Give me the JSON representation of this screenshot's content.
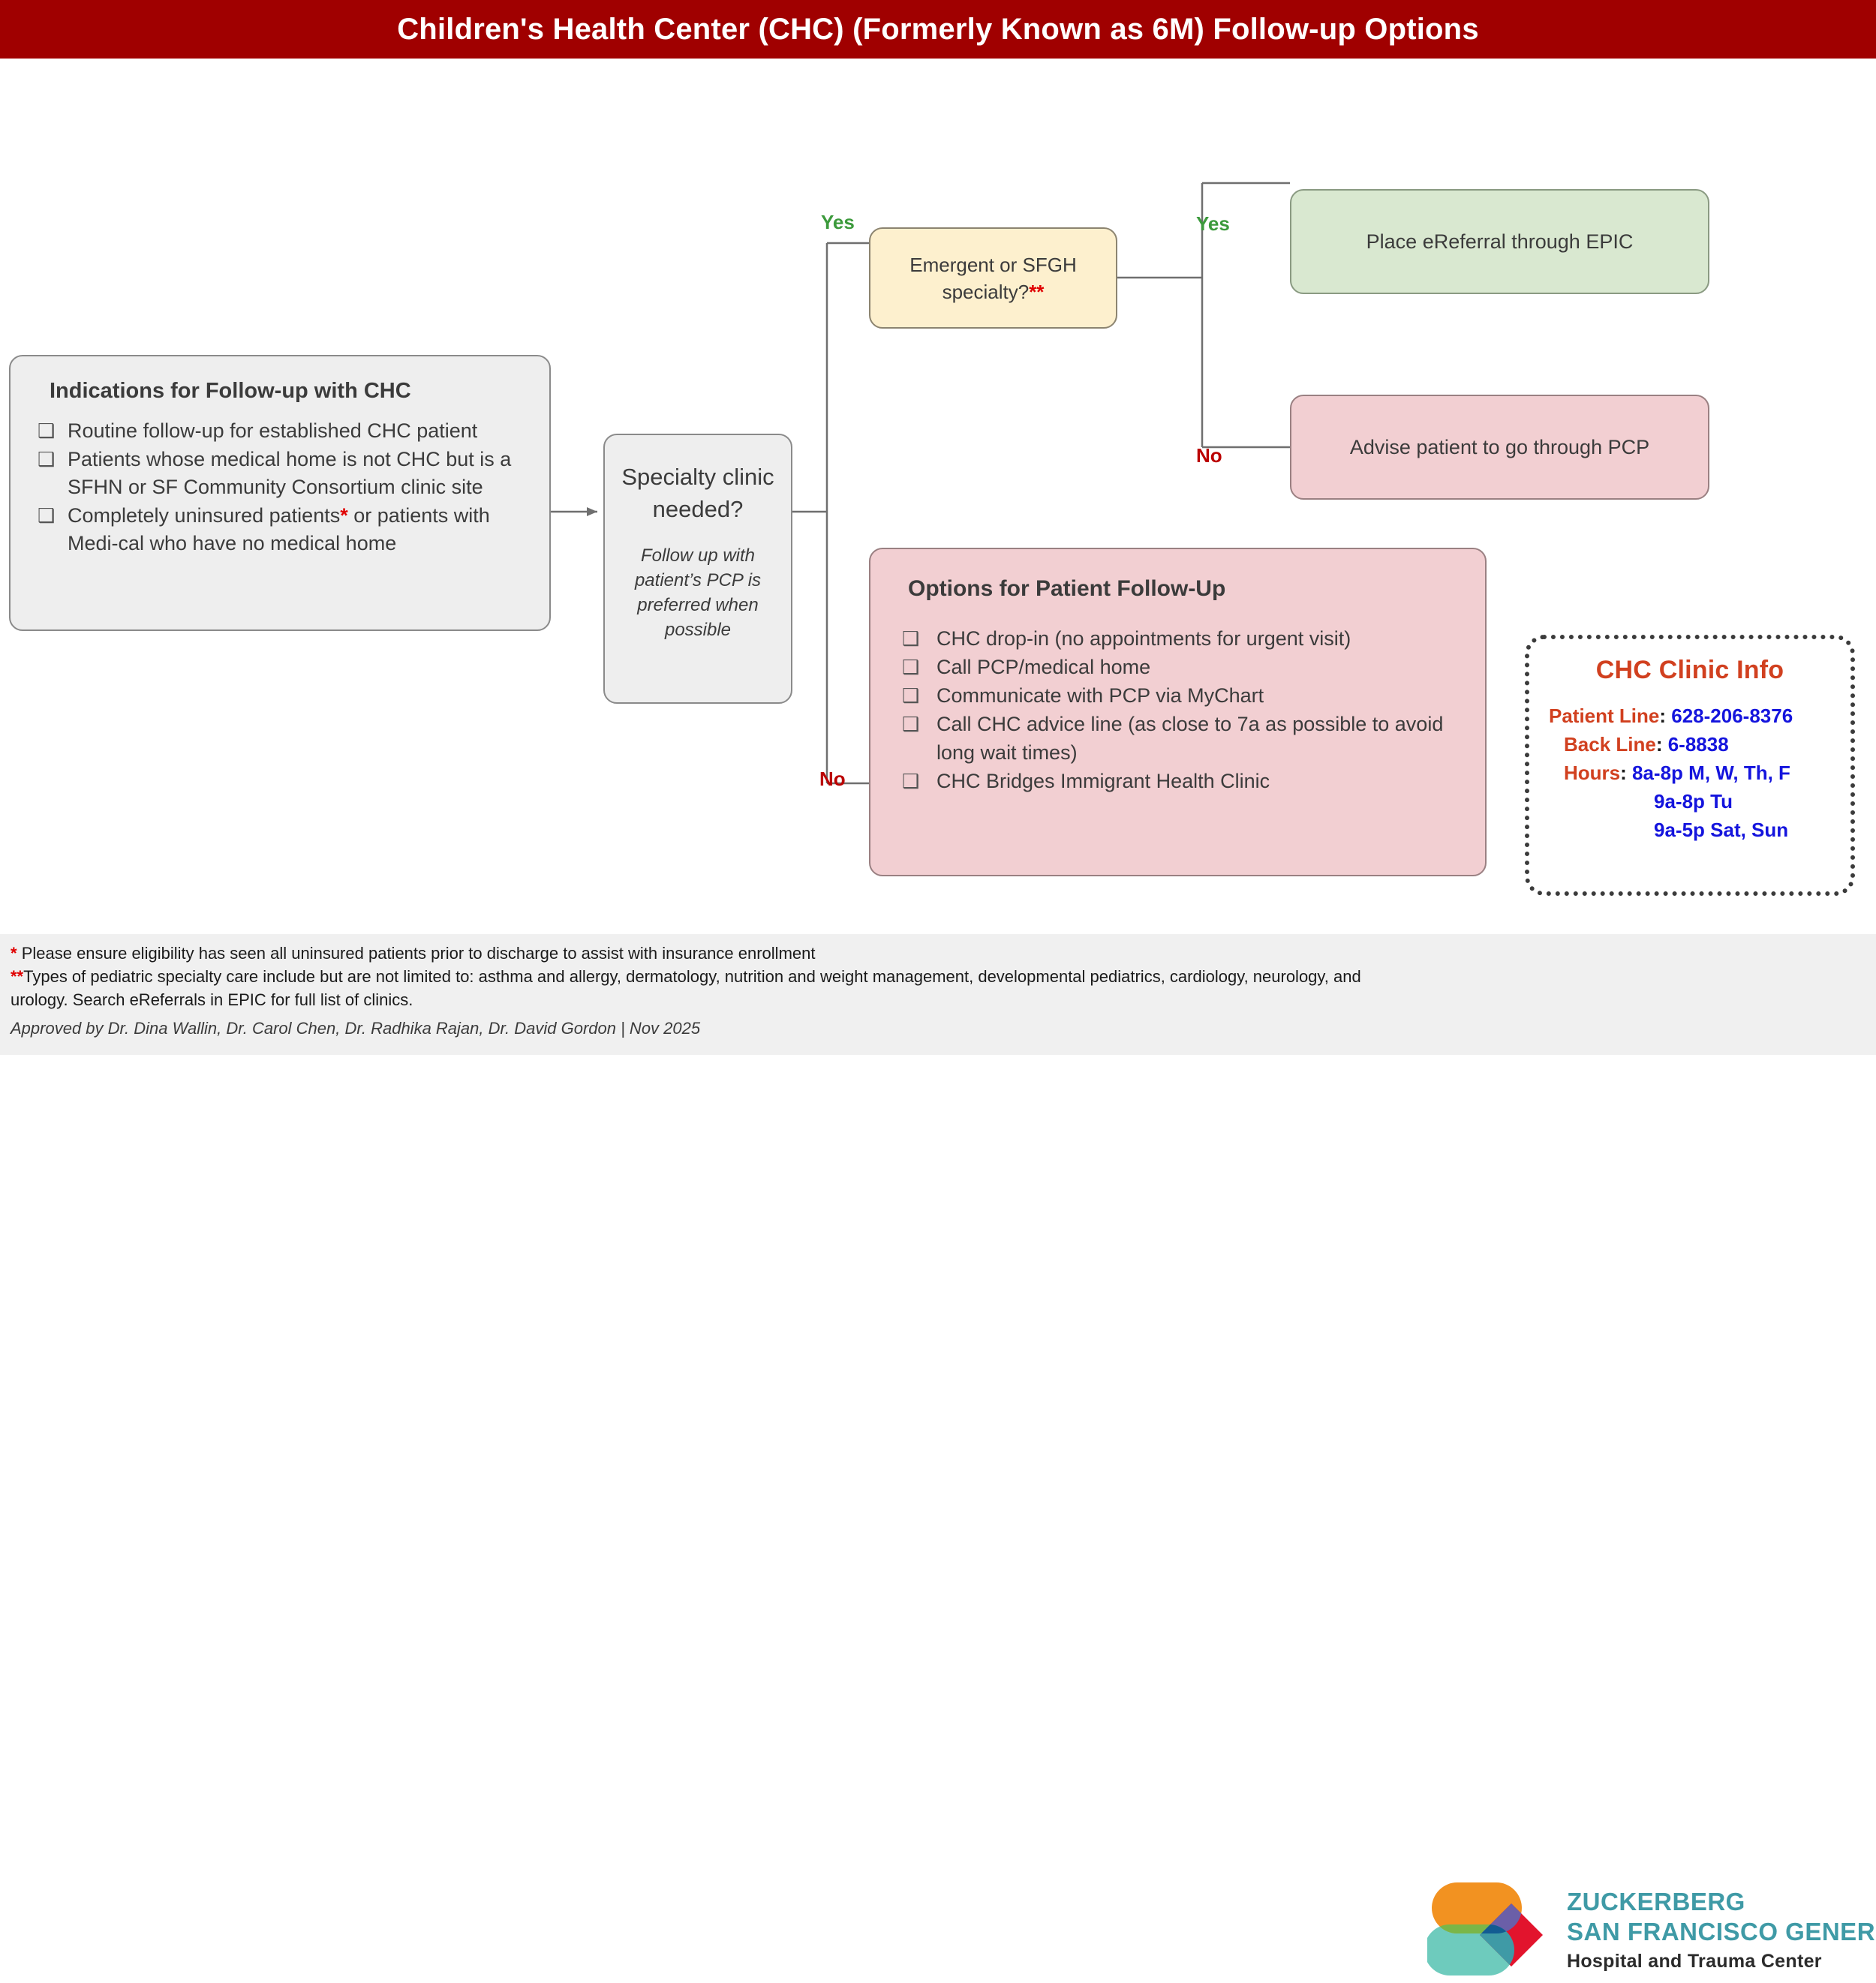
{
  "header": {
    "title": "Children's Health Center (CHC) (Formerly Known as 6M) Follow-up Options",
    "bar_color": "#a00000"
  },
  "flow": {
    "indications": {
      "title": "Indications for Follow-up with CHC",
      "bullet_glyph": "❑",
      "items": [
        "Routine follow-up for established CHC patient",
        "Patients whose medical home is not CHC but is a SFHN or SF Community Consortium clinic site",
        "Completely uninsured patients* or patients with Medi-cal who have no medical home"
      ]
    },
    "specialty": {
      "question": "Specialty clinic needed?",
      "note": "Follow up with patient’s PCP is preferred when possible"
    },
    "emergent": {
      "text": "Emergent or SFGH specialty?**"
    },
    "ereferral": {
      "text": "Place eReferral through EPIC",
      "color": "#d9e8d0"
    },
    "advise": {
      "text": "Advise patient to go through PCP",
      "color": "#f2cfd2"
    },
    "options": {
      "title": "Options for Patient Follow-Up",
      "bullet_glyph": "❑",
      "color": "#f2cfd2",
      "items": [
        "CHC drop-in (no appointments for urgent visit)",
        "Call PCP/medical home",
        "Communicate with PCP via MyChart",
        "Call CHC advice line (as close to 7a as possible to avoid long wait times)",
        "CHC Bridges Immigrant Health Clinic"
      ]
    },
    "labels": {
      "yes_specialty": "Yes",
      "no_specialty": "No",
      "yes_emergent": "Yes",
      "no_emergent": "No",
      "yes_color": "#3c9a3c",
      "no_color": "#bb0000"
    }
  },
  "clinic_info": {
    "heading": "CHC Clinic Info",
    "heading_color": "#d1401f",
    "value_color": "#1414dd",
    "rows": [
      {
        "label": "Patient Line",
        "value": "628-206-8376"
      },
      {
        "label": "Back Line",
        "value": "6-8838"
      },
      {
        "label": "Hours",
        "value": "8a-8p M, W, Th, F"
      },
      {
        "label": "",
        "value": "9a-8p Tu"
      },
      {
        "label": "",
        "value": "9a-5p Sat, Sun"
      }
    ]
  },
  "footer": {
    "note_single_star_marker": "*",
    "note_single_star": "Please ensure eligibility has seen all uninsured patients prior to discharge to assist with insurance enrollment",
    "note_double_star_marker": "**",
    "note_double_star": "Types of pediatric specialty care include but are not limited to: asthma and allergy, dermatology, nutrition and weight management, developmental pediatrics, cardiology, neurology, and urology. Search eReferrals in EPIC for full list of clinics.",
    "approved": "Approved by Dr. Dina Wallin, Dr. Carol Chen, Dr. Radhika Rajan, Dr. David Gordon  |  Nov 2025"
  },
  "logo": {
    "line1": "ZUCKERBERG",
    "line2": "SAN FRANCISCO GENERAL",
    "line3": "Hospital and Trauma Center",
    "text_color": "#3f9aa6"
  }
}
